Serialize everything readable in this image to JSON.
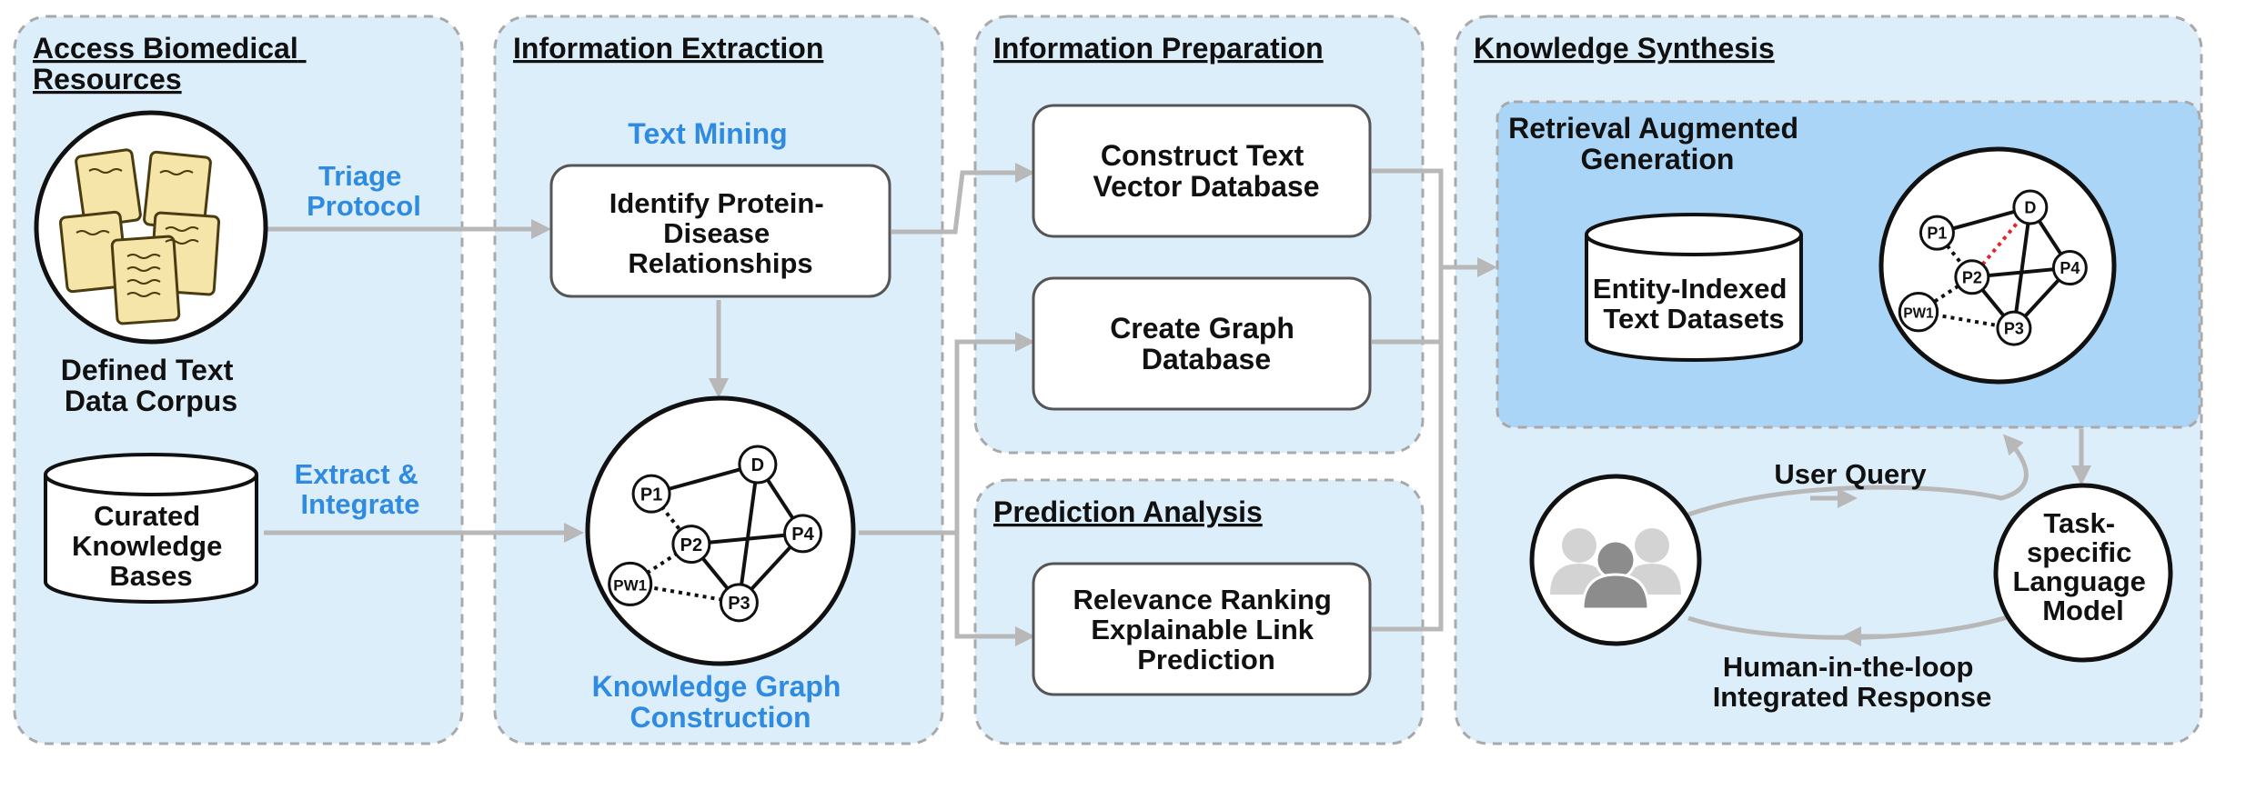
{
  "panels": {
    "access": {
      "title": [
        "Access Biomedical",
        "Resources"
      ]
    },
    "extraction": {
      "title": "Information Extraction"
    },
    "preparation": {
      "title": "Information Preparation"
    },
    "prediction": {
      "title": "Prediction Analysis"
    },
    "synthesis": {
      "title": "Knowledge Synthesis"
    }
  },
  "access": {
    "corpus_label": [
      "Defined Text",
      "Data Corpus"
    ],
    "kb_label": [
      "Curated",
      "Knowledge",
      "Bases"
    ],
    "triage_label": [
      "Triage",
      "Protocol"
    ],
    "extract_label": [
      "Extract &",
      "Integrate"
    ]
  },
  "extraction": {
    "text_mining": "Text Mining",
    "identify_box": [
      "Identify Protein-",
      "Disease",
      "Relationships"
    ],
    "kg_label": [
      "Knowledge Graph",
      "Construction"
    ]
  },
  "preparation": {
    "vector_box": [
      "Construct Text",
      "Vector Database"
    ],
    "graph_box": [
      "Create Graph",
      "Database"
    ]
  },
  "prediction": {
    "ranking_box": [
      "Relevance Ranking",
      "Explainable Link",
      "Prediction"
    ]
  },
  "synthesis": {
    "rag_title": [
      "Retrieval Augmented",
      "Generation"
    ],
    "entity_db": [
      "Entity-Indexed",
      "Text Datasets"
    ],
    "user_query": "User Query",
    "model_label": [
      "Task-",
      "specific",
      "Language",
      "Model"
    ],
    "response_label": [
      "Human-in-the-loop",
      "Integrated Response"
    ]
  },
  "graph_nodes": [
    "D",
    "P1",
    "P2",
    "P4",
    "PW1",
    "P3"
  ],
  "colors": {
    "panel_fill": "#ddeefb",
    "rag_fill": "#abd5f7",
    "accent_blue": "#2f8be0",
    "arrow_gray": "#b8b8b8",
    "dashed_red": "#e0262a",
    "icon_gray": "#8c8c8c"
  }
}
